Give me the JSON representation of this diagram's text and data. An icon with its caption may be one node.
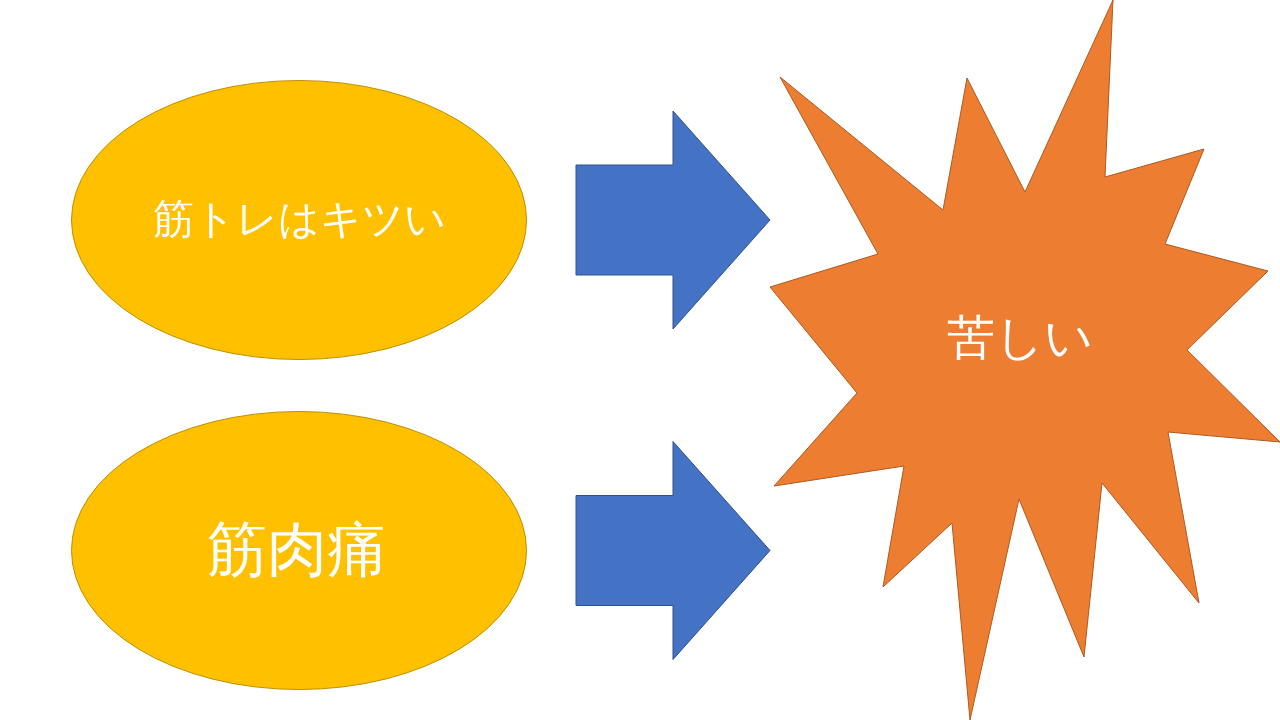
{
  "diagram": {
    "nodes": [
      {
        "text": [
          "筋トレはキツい"
        ]
      },
      {
        "text": [
          "筋肉痛"
        ]
      },
      {
        "text": [
          "苦しい"
        ]
      }
    ],
    "edges": [
      {
        "from": 0,
        "to": 2,
        "arrow": "to"
      },
      {
        "from": 1,
        "to": 2,
        "arrow": "to"
      }
    ]
  }
}
